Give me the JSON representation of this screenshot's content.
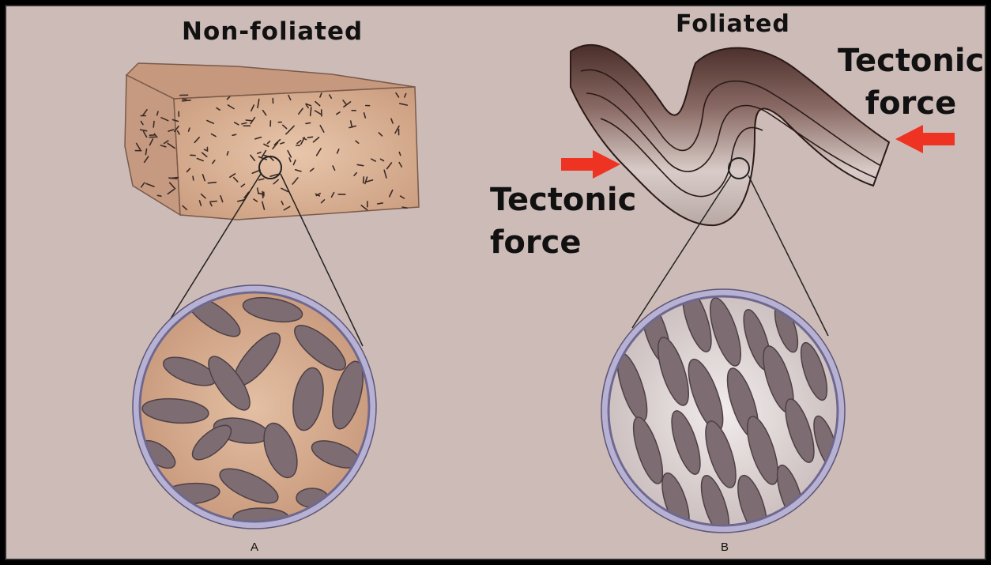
{
  "labels": {
    "non_foliated": "Non-foliated",
    "foliated": "Foliated",
    "tectonic_force_right_line1": "Tectonic",
    "tectonic_force_right_line2": "force",
    "tectonic_force_left_line1": "Tectonic",
    "tectonic_force_left_line2": "force",
    "panel_a": "A",
    "panel_b": "B"
  },
  "colors": {
    "background": "#cdbbb7",
    "block": "#d9ae8f",
    "grain": "#8a7a7d",
    "arrow": "#ee3322",
    "lens_rim": "#b7b1d4"
  }
}
